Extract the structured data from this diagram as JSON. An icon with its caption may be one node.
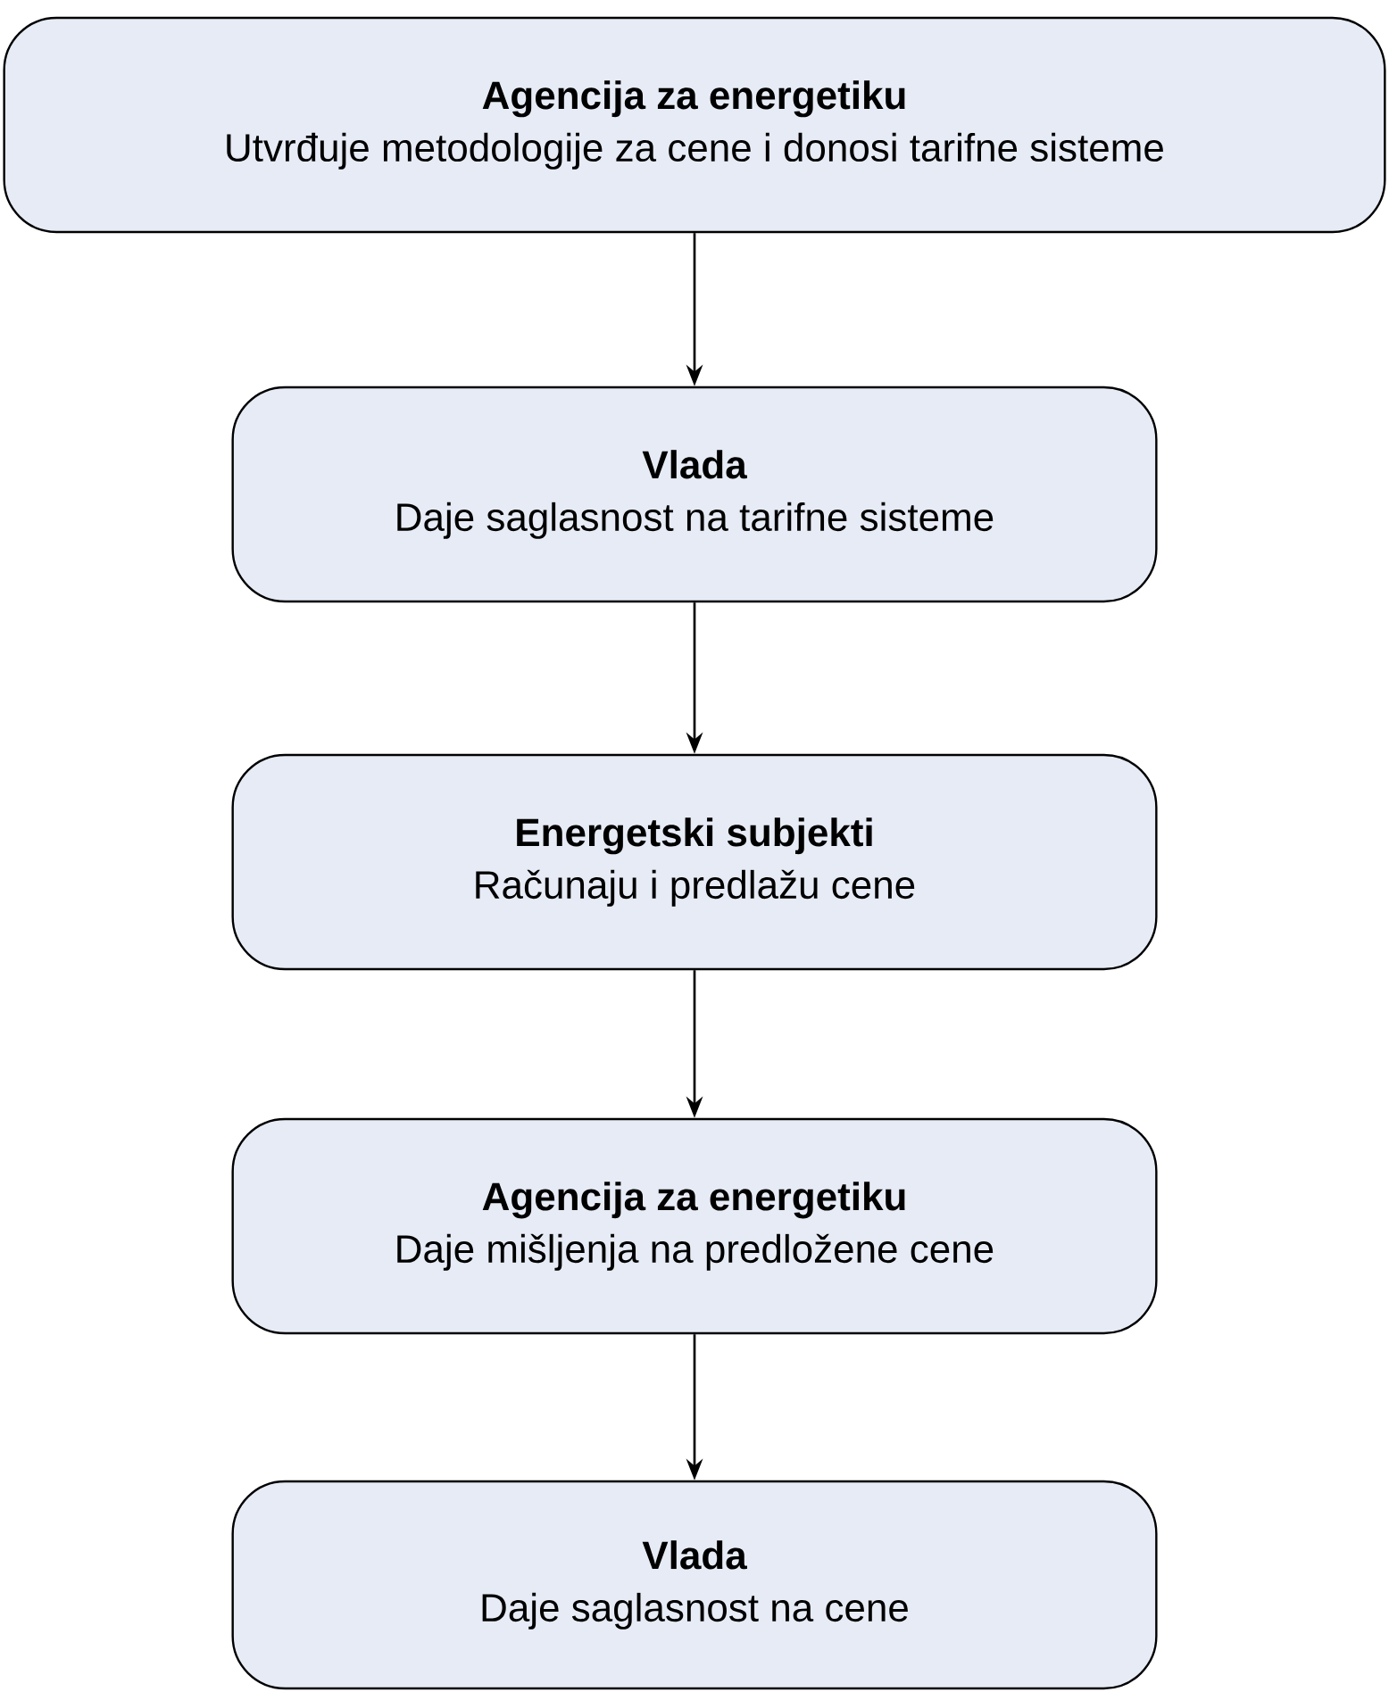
{
  "diagram": {
    "nodes": [
      {
        "text": [
          "Agencija za energetiku",
          "Utvrđuje metodologije za cene i donosi tarifne sisteme"
        ]
      },
      {
        "text": [
          "Vlada",
          "Daje saglasnost na tarifne sisteme"
        ]
      },
      {
        "text": [
          "Energetski subjekti",
          "Računaju i predlažu cene"
        ]
      },
      {
        "text": [
          "Agencija za energetiku",
          "Daje mišljenja na predložene cene"
        ]
      },
      {
        "text": [
          "Vlada",
          "Daje saglasnost na cene"
        ]
      }
    ],
    "edges": [
      {
        "from": 0,
        "to": 1,
        "arrow": "to"
      },
      {
        "from": 1,
        "to": 2,
        "arrow": "to"
      },
      {
        "from": 2,
        "to": 3,
        "arrow": "to"
      },
      {
        "from": 3,
        "to": 4,
        "arrow": "to"
      }
    ]
  }
}
